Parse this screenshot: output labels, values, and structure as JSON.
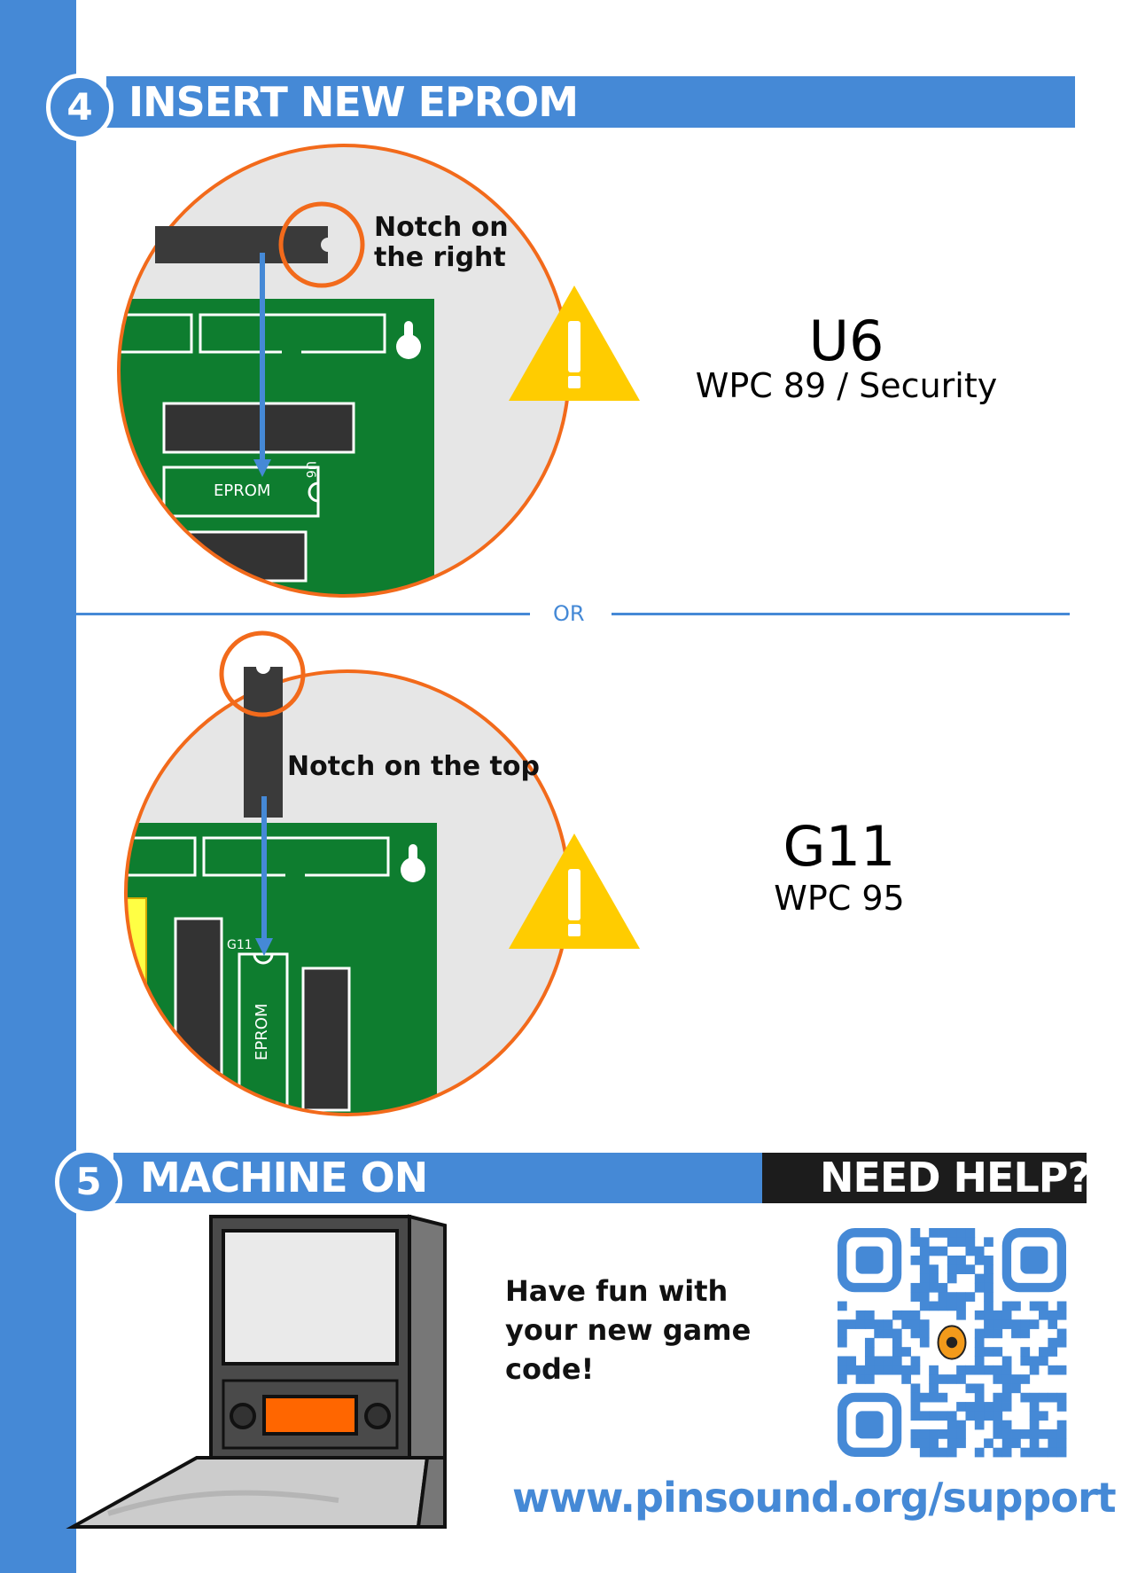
{
  "step4": {
    "number": "4",
    "title": "INSERT NEW EPROM"
  },
  "option_a": {
    "notch_label_line1": "Notch on",
    "notch_label_line2": "the right",
    "chip_label": "EPROM",
    "socket_label": "U6",
    "code": "U6",
    "subtitle": "WPC 89 / Security"
  },
  "separator": {
    "label": "OR"
  },
  "option_b": {
    "notch_label": "Notch on the top",
    "chip_label": "EPROM",
    "socket_label": "G11",
    "code": "G11",
    "subtitle": "WPC 95"
  },
  "step5": {
    "number": "5",
    "title": "MACHINE ON"
  },
  "help": {
    "title": "NEED HELP?",
    "message_line1": "Have fun with",
    "message_line2": "your new game",
    "message_line3": "code!",
    "url": "www.pinsound.org/support"
  },
  "icons": [
    "warning-icon",
    "qr-code",
    "speaker-icon",
    "pinball-machine-illustration"
  ],
  "colors": {
    "brand_blue": "#4589d6",
    "accent_orange": "#f26a1b",
    "board_green": "#0e7d2f",
    "warning_yellow": "#ffcc00",
    "dark": "#1c1c1c"
  }
}
